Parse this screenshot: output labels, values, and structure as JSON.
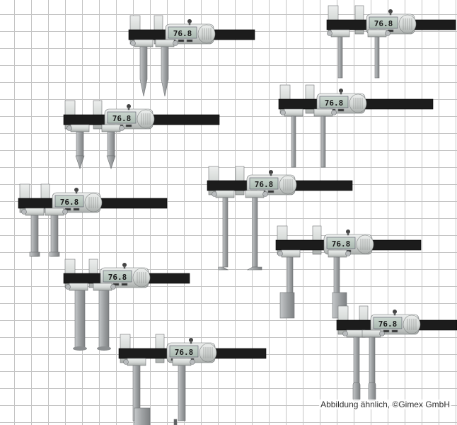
{
  "caption": "Abbildung ähnlich, ©Gimex GmbH",
  "display_reading": "76.8",
  "colors": {
    "background": "#ffffff",
    "grid": "#c4c4c4",
    "beam": "#1c1c1c",
    "body": "#d7dad8",
    "lcd": "#b9c7be",
    "digits": "#1a1a1a",
    "jaw": "#9ea1a3"
  },
  "calipers": [
    {
      "variant": "knife-edge-jaws"
    },
    {
      "variant": "thin-rod-jaws"
    },
    {
      "variant": "conical-point-jaws"
    },
    {
      "variant": "long-rod-jaws"
    },
    {
      "variant": "short-flat-jaws"
    },
    {
      "variant": "hooked-rod-jaws"
    },
    {
      "variant": "offset-block-jaws"
    },
    {
      "variant": "disc-tip-jaws"
    },
    {
      "variant": "cylindrical-tip-jaws"
    },
    {
      "variant": "step-block-jaws"
    }
  ]
}
